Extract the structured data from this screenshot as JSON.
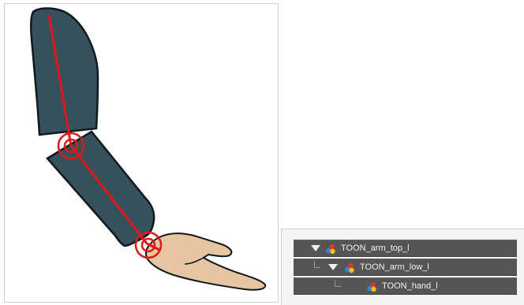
{
  "canvas": {
    "title": "",
    "colors": {
      "sleeve": "#36505c",
      "outline": "#0f1a1f",
      "skin": "#e5c5a2",
      "bone": "#e01818"
    }
  },
  "timeline": {
    "layers": [
      {
        "name": "TOON_arm_top_l",
        "depth": 0,
        "expanded": true,
        "icon": "peg-icon"
      },
      {
        "name": "TOON_arm_low_l",
        "depth": 1,
        "expanded": true,
        "icon": "peg-icon"
      },
      {
        "name": "TOON_hand_l",
        "depth": 2,
        "expanded": false,
        "icon": "peg-icon"
      }
    ],
    "colors": {
      "row_background": "#555555",
      "text": "#f2f2f2"
    }
  }
}
